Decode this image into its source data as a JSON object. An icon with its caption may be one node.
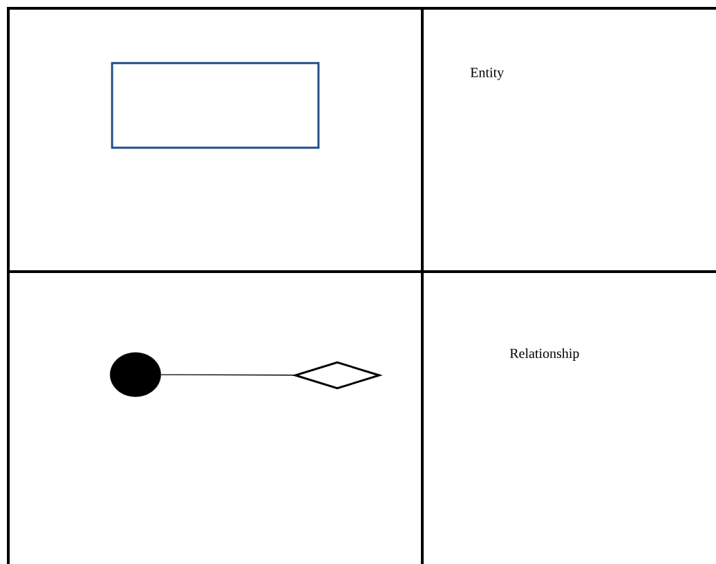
{
  "diagram": {
    "nodes": [
      {
        "text": [],
        "shape": "box"
      },
      {
        "text": [],
        "shape": "circle"
      },
      {
        "text": [],
        "shape": "diamond"
      }
    ],
    "edges": [
      {
        "from": 1,
        "to": 2,
        "arrow": "none"
      }
    ],
    "labels": [
      "Entity",
      "Relationship"
    ]
  }
}
